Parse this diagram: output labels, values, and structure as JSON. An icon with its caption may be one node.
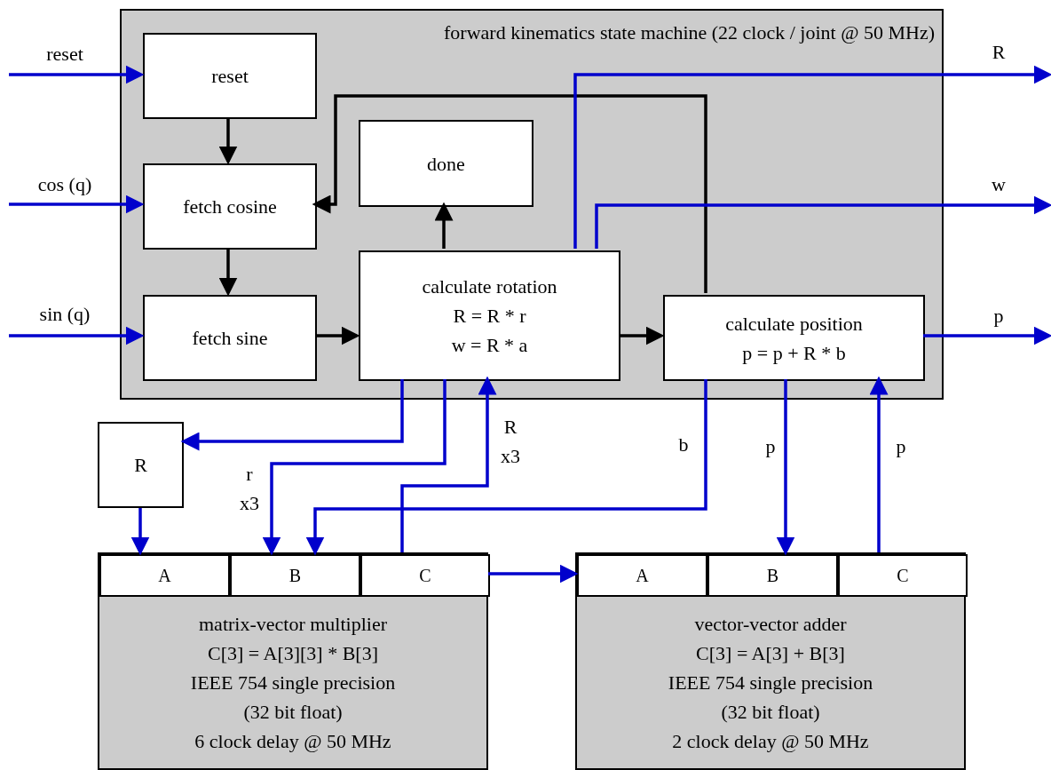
{
  "diagram": {
    "nodes": [
      {
        "text": [
          "forward kinematics state machine (22 clock / joint @ 50 MHz)"
        ]
      },
      {
        "text": [
          "reset"
        ],
        "in": 0
      },
      {
        "text": [
          "fetch cosine"
        ],
        "in": 0
      },
      {
        "text": [
          "fetch sine"
        ],
        "in": 0
      },
      {
        "text": [
          "done"
        ],
        "in": 0
      },
      {
        "text": [
          "calculate rotation",
          "R = R * r",
          "w = R * a"
        ],
        "in": 0
      },
      {
        "text": [
          "calculate position",
          "p = p + R * b"
        ],
        "in": 0
      },
      {
        "text": [
          "R"
        ]
      },
      {
        "text": [
          "matrix-vector multiplier",
          "C[3] = A[3][3] * B[3]",
          "IEEE 754 single precision",
          "(32 bit float)",
          "6 clock delay @ 50 MHz"
        ]
      },
      {
        "text": [
          "A"
        ],
        "in": 8
      },
      {
        "text": [
          "B"
        ],
        "in": 8
      },
      {
        "text": [
          "C"
        ],
        "in": 8
      },
      {
        "text": [
          "vector-vector adder",
          "C[3] = A[3] + B[3]",
          "IEEE 754 single precision",
          "(32 bit float)",
          "2 clock delay @ 50 MHz"
        ]
      },
      {
        "text": [
          "A"
        ],
        "in": 12
      },
      {
        "text": [
          "B"
        ],
        "in": 12
      },
      {
        "text": [
          "C"
        ],
        "in": 12
      }
    ],
    "edges": [
      {
        "from": null,
        "to": 1,
        "arrow": "to",
        "label": "reset"
      },
      {
        "from": null,
        "to": 2,
        "arrow": "to",
        "label": "cos (q)"
      },
      {
        "from": null,
        "to": 3,
        "arrow": "to",
        "label": "sin (q)"
      },
      {
        "from": 1,
        "to": 2,
        "arrow": "to",
        "color": "#000000"
      },
      {
        "from": 2,
        "to": 3,
        "arrow": "to",
        "color": "#000000"
      },
      {
        "from": 3,
        "to": 5,
        "arrow": "to",
        "color": "#000000"
      },
      {
        "from": 5,
        "to": 4,
        "arrow": "to",
        "color": "#000000"
      },
      {
        "from": 5,
        "to": 6,
        "arrow": "to",
        "color": "#000000"
      },
      {
        "from": 6,
        "to": 2,
        "arrow": "to",
        "color": "#000000"
      },
      {
        "from": 5,
        "to": null,
        "arrow": "to",
        "label": "R"
      },
      {
        "from": 5,
        "to": null,
        "arrow": "to",
        "label": "w"
      },
      {
        "from": 6,
        "to": null,
        "arrow": "to",
        "label": "p"
      },
      {
        "from": 5,
        "to": 7,
        "arrow": "to"
      },
      {
        "from": 5,
        "to": 10,
        "arrow": "to",
        "label": "r x3"
      },
      {
        "from": 11,
        "to": 5,
        "arrow": "to",
        "label": "R x3"
      },
      {
        "from": 6,
        "to": 10,
        "arrow": "to",
        "label": "b"
      },
      {
        "from": 6,
        "to": 14,
        "arrow": "to",
        "label": "p"
      },
      {
        "from": 15,
        "to": 6,
        "arrow": "to",
        "label": "p"
      },
      {
        "from": 7,
        "to": 9,
        "arrow": "to"
      },
      {
        "from": 11,
        "to": 13,
        "arrow": "to"
      }
    ]
  }
}
